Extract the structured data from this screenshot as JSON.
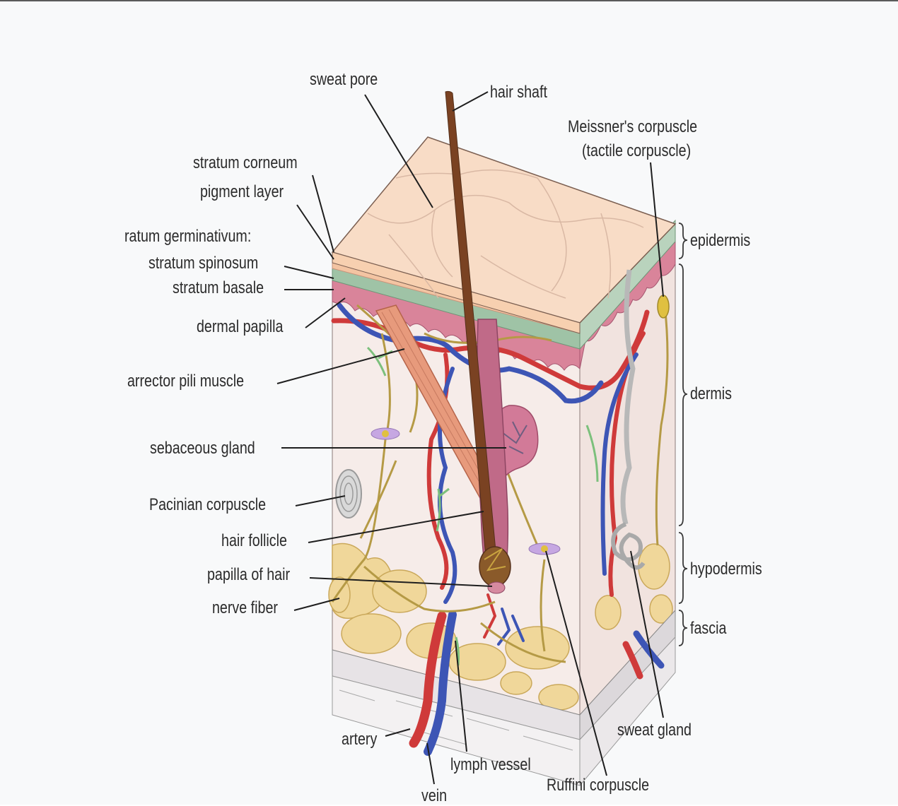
{
  "labels": {
    "sweat_pore": "sweat pore",
    "hair_shaft": "hair shaft",
    "meissner_line1": "Meissner's corpuscle",
    "meissner_line2": "(tactile corpuscle)",
    "stratum_corneum": "stratum corneum",
    "pigment_layer": "pigment layer",
    "stratum_germinativum": "ratum germinativum:",
    "stratum_spinosum": "stratum spinosum",
    "stratum_basale": "stratum basale",
    "dermal_papilla": "dermal papilla",
    "arrector_pili": "arrector pili muscle",
    "sebaceous_gland": "sebaceous gland",
    "pacinian": "Pacinian corpuscle",
    "hair_follicle": "hair follicle",
    "papilla_of_hair": "papilla of hair",
    "nerve_fiber": "nerve fiber",
    "artery": "artery",
    "vein": "vein",
    "lymph_vessel": "lymph vessel",
    "ruffini": "Ruffini corpuscle",
    "sweat_gland": "sweat gland",
    "epidermis": "epidermis",
    "dermis": "dermis",
    "hypodermis": "hypodermis",
    "fascia": "fascia"
  },
  "colors": {
    "skin_surface": "#f8dcc6",
    "epidermis_pink": "#d9849a",
    "dermis": "#f6ece9",
    "fat": "#f0d79a",
    "artery": "#cf3a3a",
    "vein": "#3d55b5",
    "nerve": "#b59a45",
    "hair": "#7a4222",
    "muscle": "#e79a7c",
    "leader_line": "#1e1e1e"
  }
}
